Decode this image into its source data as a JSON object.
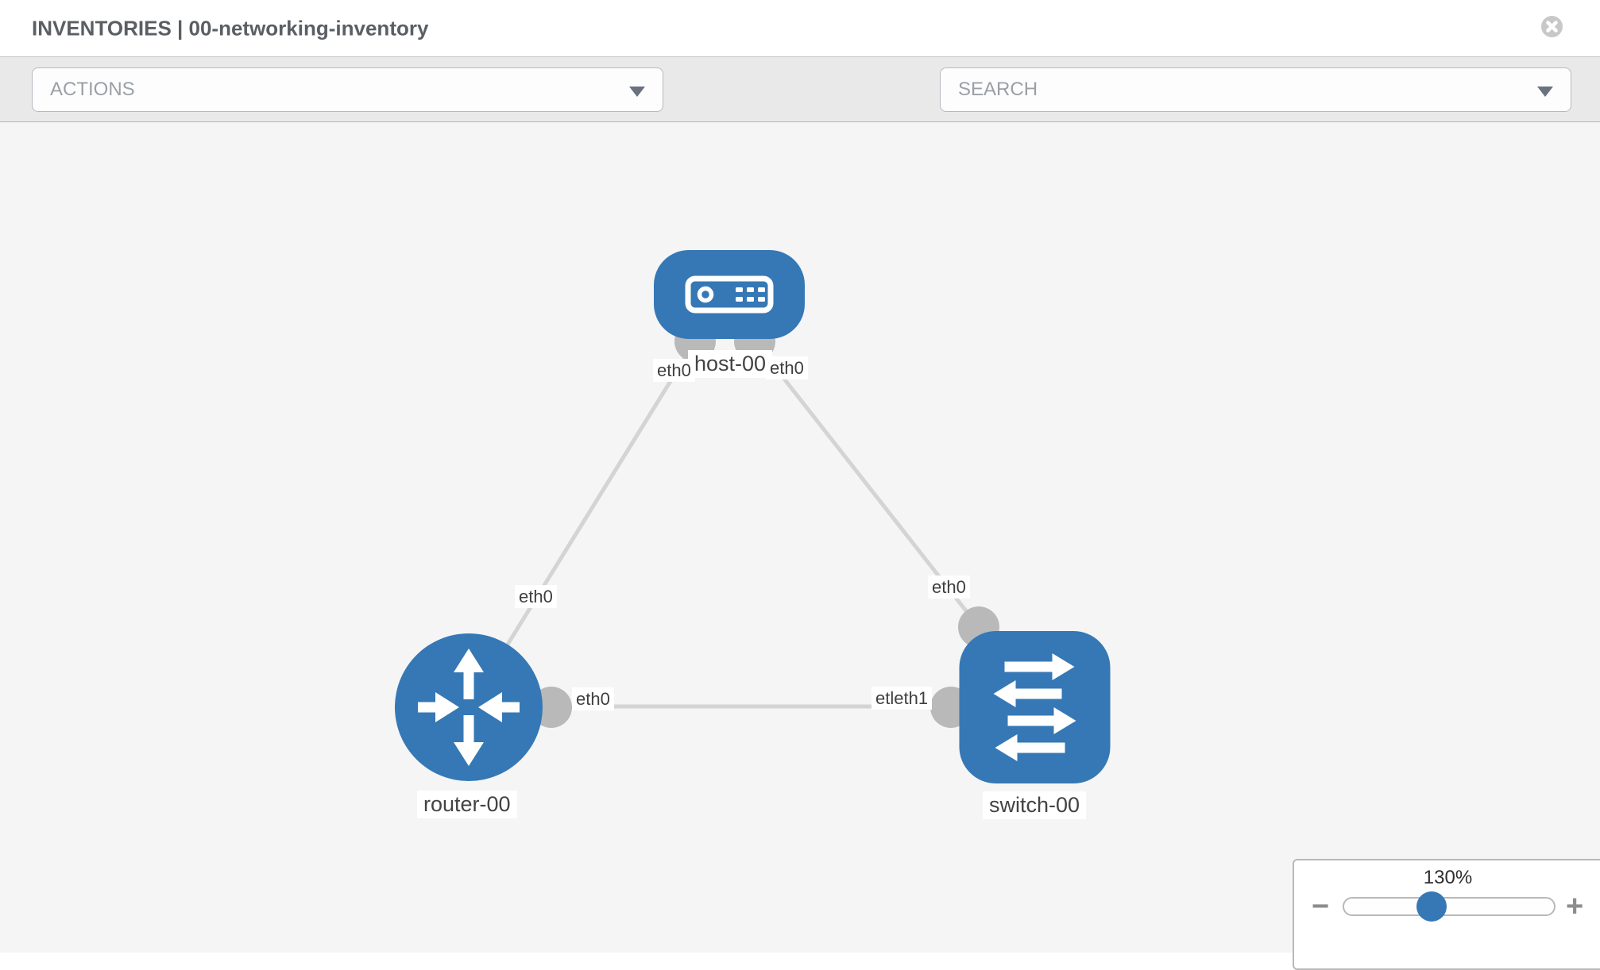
{
  "header": {
    "title": "INVENTORIES | 00-networking-inventory"
  },
  "toolbar": {
    "actions_label": "ACTIONS",
    "search_placeholder": "SEARCH"
  },
  "topology": {
    "nodes": [
      {
        "label": "host-00",
        "type": "host"
      },
      {
        "label": "router-00",
        "type": "router"
      },
      {
        "label": "switch-00",
        "type": "switch"
      }
    ],
    "interfaces": {
      "host_left": "eth0",
      "host_right": "eth0",
      "host_router_link": "eth0",
      "host_switch_link": "eth0",
      "router_switch_link_left": "eth0",
      "router_switch_link_right": "etleth1"
    }
  },
  "zoom": {
    "level": "130%",
    "minus_label": "−",
    "plus_label": "+"
  },
  "colors": {
    "node_blue": "#3578b5",
    "link_gray": "#d4d4d4",
    "endpoint_gray": "#b9b9b9"
  }
}
